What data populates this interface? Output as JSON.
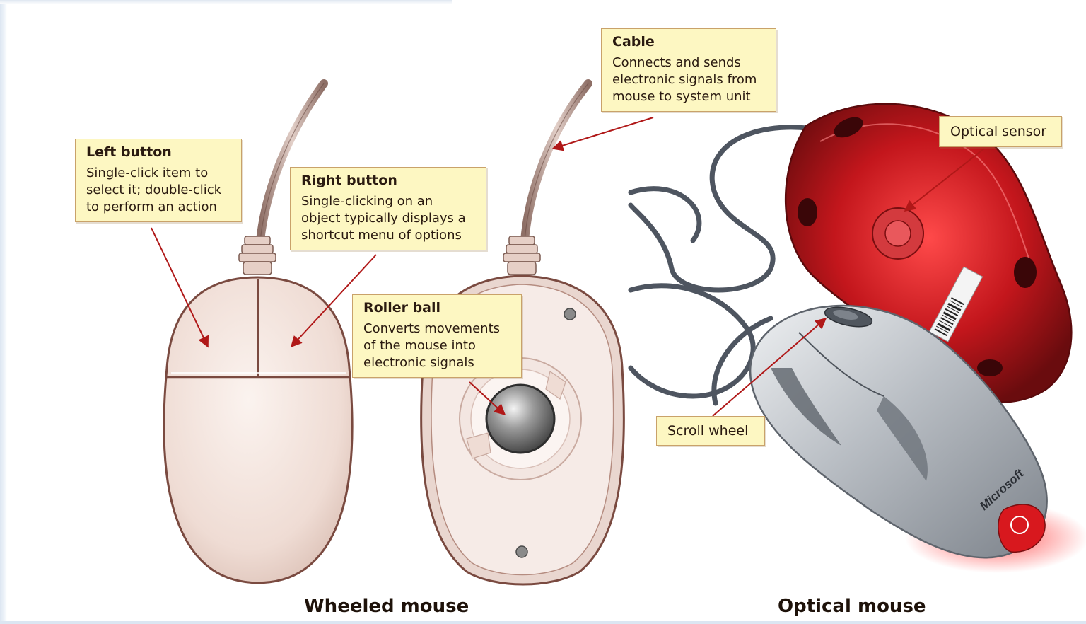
{
  "callouts": {
    "left_button": {
      "title": "Left button",
      "description": "Single-click item to select it; double-click to perform an action"
    },
    "right_button": {
      "title": "Right button",
      "description": "Single-clicking on an object typically displays a shortcut menu of options"
    },
    "cable": {
      "title": "Cable",
      "description": "Connects and sends electronic signals from mouse to system unit"
    },
    "roller_ball": {
      "title": "Roller ball",
      "description": "Converts movements of the mouse into electronic signals"
    },
    "optical_sensor": {
      "title": "Optical sensor"
    },
    "scroll_wheel": {
      "title": "Scroll wheel"
    }
  },
  "captions": {
    "wheeled": "Wheeled mouse",
    "optical": "Optical mouse"
  },
  "brand_label": "Microsoft",
  "colors": {
    "callout_fill": "#fdf7c2",
    "callout_border": "#c9a26a",
    "arrow": "#b01818",
    "mouse_body": "#f3e2dc",
    "optical_red": "#c0141c",
    "optical_silver": "#b7bcc2"
  }
}
